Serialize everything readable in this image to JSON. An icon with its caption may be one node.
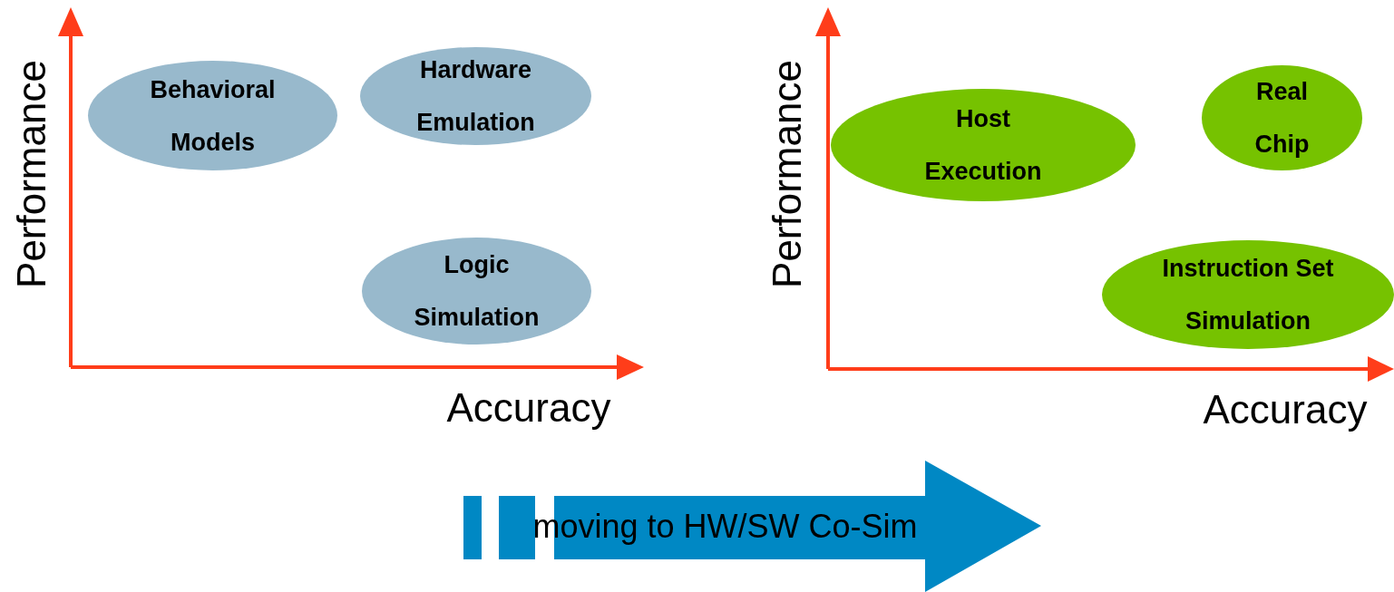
{
  "diagram": {
    "nodes": [
      {
        "text": [
          "Behavioral Models"
        ]
      },
      {
        "text": [
          "Hardware Emulation"
        ]
      },
      {
        "text": [
          "Logic Simulation"
        ]
      },
      {
        "text": [
          "Host Execution"
        ]
      },
      {
        "text": [
          "Real Chip"
        ]
      },
      {
        "text": [
          "Instruction Set Simulation"
        ]
      },
      {
        "text": [
          "moving to HW/SW Co-Sim"
        ]
      }
    ],
    "edges": [],
    "labels": [
      "Performance",
      "Accuracy",
      "Performance",
      "Accuracy"
    ]
  }
}
